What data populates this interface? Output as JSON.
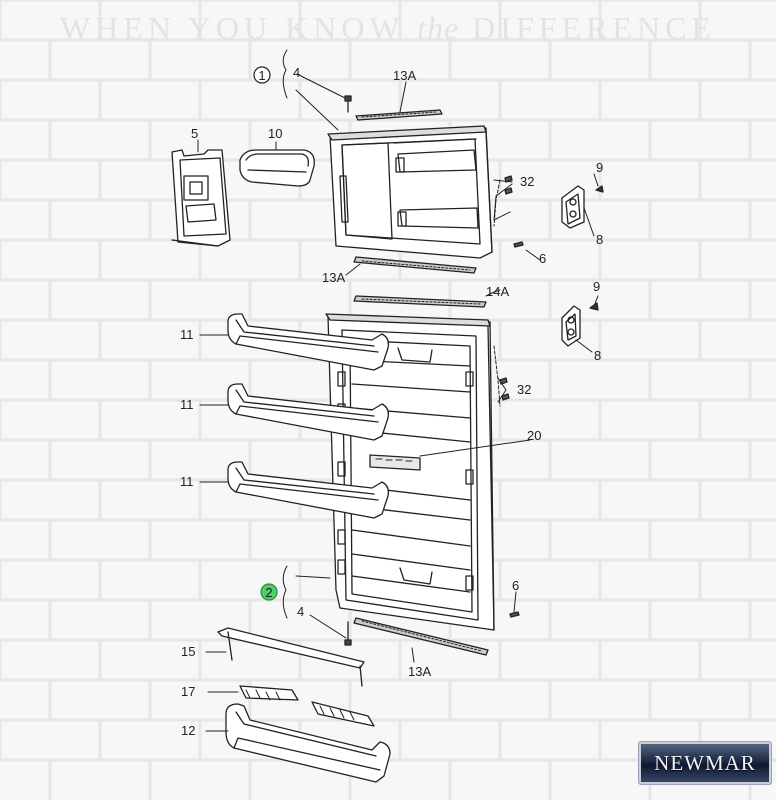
{
  "tagline": {
    "pre": "WHEN YOU KNOW",
    "the": "the",
    "post": "DIFFERENCE"
  },
  "colors": {
    "background": "#f7f7f7",
    "brick_line": "#e6e6e6",
    "line_art": "#222222",
    "callout_green": "#4ccf6a"
  },
  "callouts": {
    "assembly_1": "1",
    "assembly_2": "2"
  },
  "labels": {
    "p4_top": "4",
    "p13a_top": "13A",
    "p5": "5",
    "p10": "10",
    "p9_top": "9",
    "p32_top": "32",
    "p8_top": "8",
    "p6_top": "6",
    "p13a_mid": "13A",
    "p14a": "14A",
    "p9_mid": "9",
    "p8_mid": "8",
    "p11_a": "11",
    "p11_b": "11",
    "p11_c": "11",
    "p32_mid": "32",
    "p20": "20",
    "p4_bottom": "4",
    "p6_bottom": "6",
    "p13a_bottom": "13A",
    "p15": "15",
    "p17": "17",
    "p12": "12"
  },
  "logo": {
    "text": "NEWMAR"
  }
}
